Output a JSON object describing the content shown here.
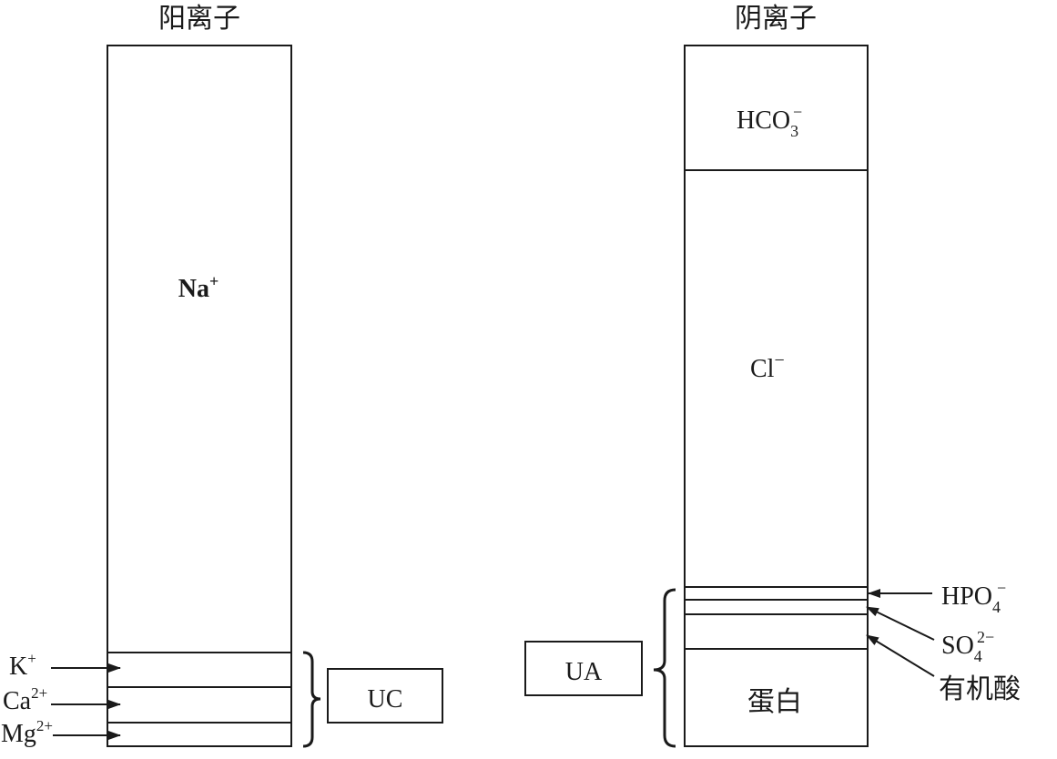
{
  "cation": {
    "title": "阳离子",
    "na": {
      "base": "Na",
      "sup": "+"
    },
    "k": {
      "base": "K",
      "sup": "+"
    },
    "ca": {
      "base": "Ca",
      "sup": "2+"
    },
    "mg": {
      "base": "Mg",
      "sup": "2+"
    },
    "uc_label": "UC"
  },
  "anion": {
    "title": "阴离子",
    "hco3": {
      "base": "HCO",
      "sub": "3",
      "sup": "−"
    },
    "cl": {
      "base": "Cl",
      "sup": "−"
    },
    "hpo4": {
      "base": "HPO",
      "sub": "4",
      "sup": "−"
    },
    "so4": {
      "base": "SO",
      "sub": "4",
      "sup": "2−"
    },
    "organic_acid": "有机酸",
    "protein": "蛋白",
    "ua_label": "UA"
  }
}
